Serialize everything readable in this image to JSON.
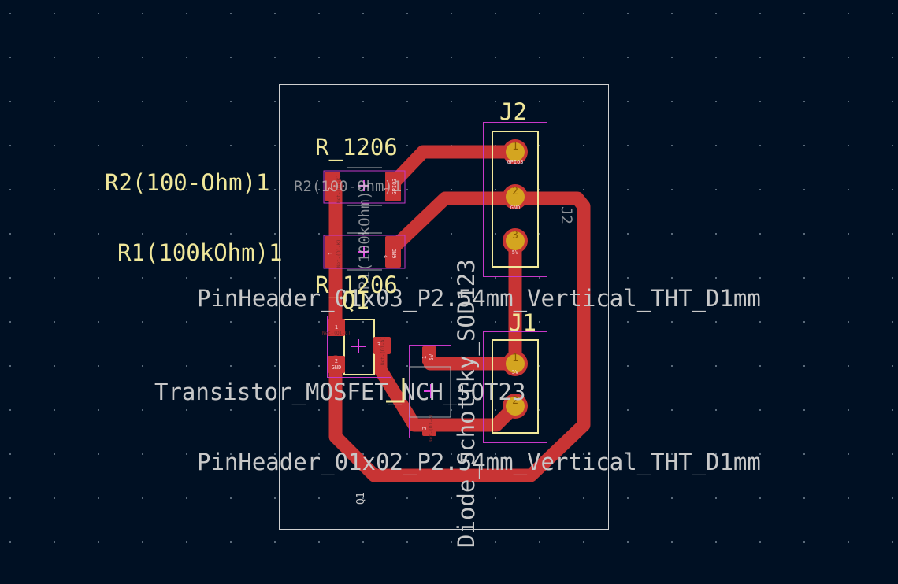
{
  "colors": {
    "background": "#001023",
    "grid_dot": "#5a6a7a",
    "copper": "#c83434",
    "pad_tht": "#d4a520",
    "silkscreen": "#f0e79a",
    "fab_text": "#c8c8c8",
    "courtyard": "#c838c8",
    "board_edge": "#d0d0d0",
    "anchor": "#e040e0"
  },
  "components": {
    "r2": {
      "reference": "R2(100-Ohm)1",
      "value": "R_1206",
      "ghost": "R2(100-Ohm)1",
      "pad1_net": "GPIO3",
      "pad2_net": "Net-(D1-K)",
      "pad1": "1",
      "pad2": "2"
    },
    "r1": {
      "reference": "R1(100kOhm)1",
      "value": "R_1206",
      "ghost": "R1(100kOhm)1",
      "pad1_net": "GND",
      "pad2_net": "Net-(D1-K)",
      "pad1": "2",
      "pad2": "1"
    },
    "q1": {
      "reference": "Q1",
      "value": "Transistor_MOSFET_NCH_SOT23",
      "fab": "Q1",
      "pad1": "1",
      "pad2": "2",
      "pad3": "3",
      "pad1_net": "Net-(Q1-G)",
      "pad2_net": "GND",
      "pad3_net": "Net-(D1-A)"
    },
    "d1": {
      "value": "Diode_Schottky_SOD123",
      "pad1": "1",
      "pad2": "2",
      "pad1_net": "5V",
      "pad2_net": "Net-(D1-A)"
    },
    "j2": {
      "reference": "J2",
      "value": "PinHeader_01x03_P2.54mm_Vertical_THT_D1mm",
      "fab": "J2",
      "pins": [
        {
          "num": "1",
          "net": "GPIO3"
        },
        {
          "num": "2",
          "net": "GND"
        },
        {
          "num": "3",
          "net": "5V"
        }
      ]
    },
    "j1": {
      "reference": "J1",
      "value": "PinHeader_01x02_P2.54mm_Vertical_THT_D1mm",
      "pins": [
        {
          "num": "1",
          "net": "5V"
        },
        {
          "num": "2",
          "net": "Net-(D1-A)"
        }
      ]
    }
  }
}
